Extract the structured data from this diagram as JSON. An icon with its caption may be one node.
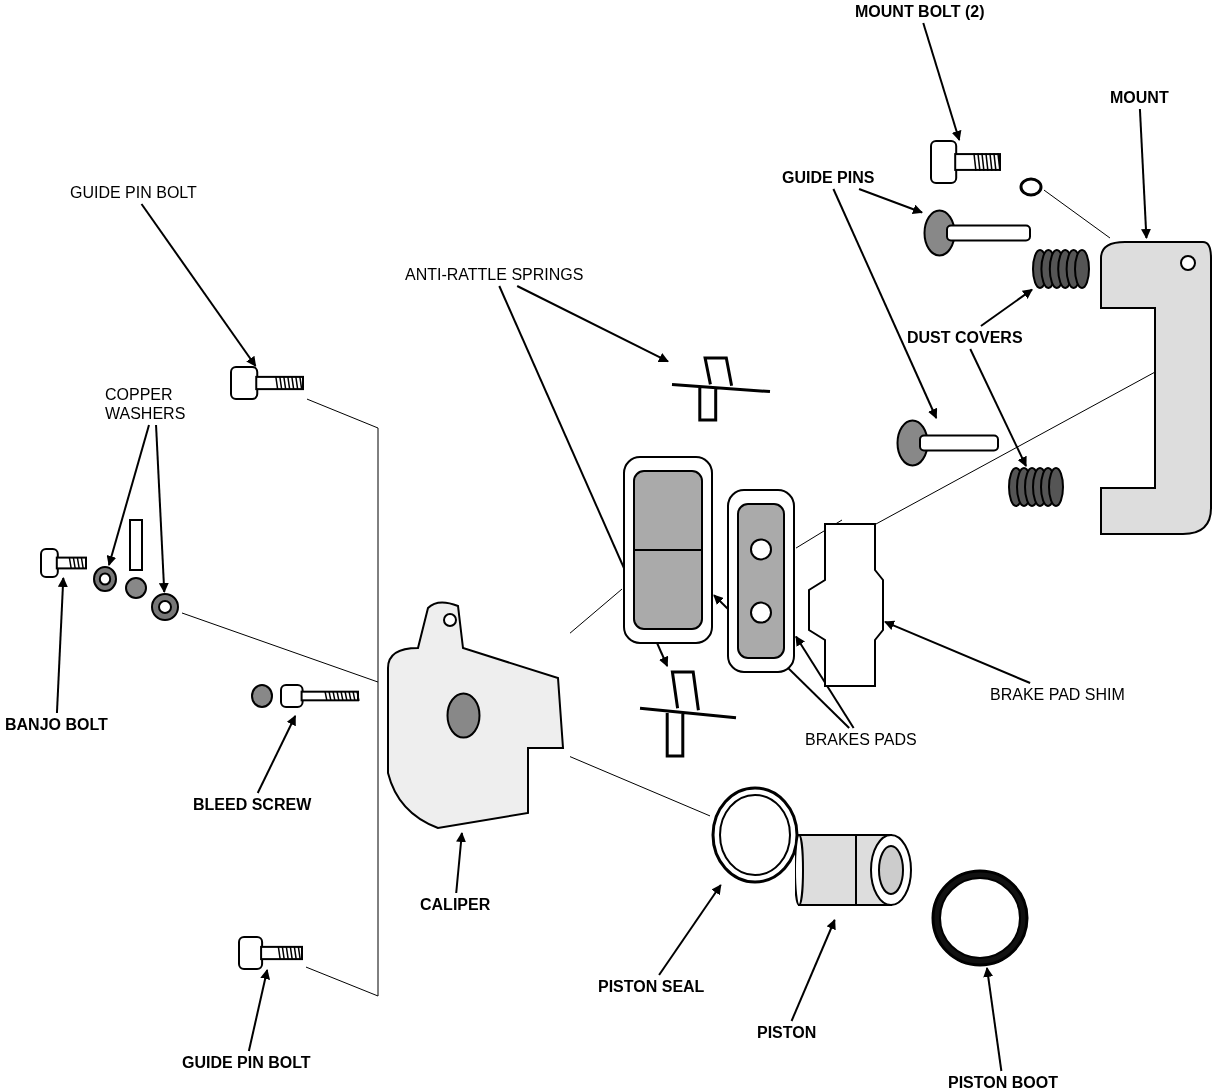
{
  "diagram": {
    "nodes": [
      {
        "text": [
          "MOUNT BOLT (2)"
        ]
      },
      {
        "text": [
          "MOUNT"
        ]
      },
      {
        "text": [],
        "shape": "picture"
      },
      {
        "text": [
          "GUIDE PIN BOLT"
        ]
      },
      {
        "text": [
          "GUIDE PINS"
        ]
      },
      {
        "text": [],
        "shape": "picture"
      },
      {
        "text": [],
        "shape": "picture"
      },
      {
        "text": [],
        "shape": "picture"
      },
      {
        "text": [
          "ANTI-RATTLE SPRINGS"
        ]
      },
      {
        "text": [
          "DUST COVERS"
        ]
      },
      {
        "text": [],
        "shape": "picture"
      },
      {
        "text": [],
        "shape": "picture"
      },
      {
        "text": [
          "COPPER WASHERS"
        ]
      },
      {
        "text": [],
        "shape": "picture"
      },
      {
        "text": [],
        "shape": "picture"
      },
      {
        "text": [],
        "shape": "picture"
      },
      {
        "text": [],
        "shape": "picture"
      },
      {
        "text": [],
        "shape": "picture"
      },
      {
        "text": [],
        "shape": "picture"
      },
      {
        "text": [],
        "shape": "picture"
      },
      {
        "text": [],
        "shape": "picture"
      },
      {
        "text": [],
        "shape": "picture"
      },
      {
        "text": [
          "BRAKE PAD SHIM"
        ]
      },
      {
        "text": [],
        "shape": "picture"
      },
      {
        "text": [],
        "shape": "picture"
      },
      {
        "text": [
          "BANJO BOLT"
        ]
      },
      {
        "text": [
          "BRAKES PADS"
        ]
      },
      {
        "text": [
          "BLEED SCREW"
        ]
      },
      {
        "text": [],
        "shape": "picture"
      },
      {
        "text": [],
        "shape": "picture"
      },
      {
        "text": [
          "CALIPER"
        ]
      },
      {
        "text": [],
        "shape": "picture"
      },
      {
        "text": [],
        "shape": "picture"
      },
      {
        "text": [
          "PISTON SEAL"
        ]
      },
      {
        "text": [
          "PISTON"
        ]
      },
      {
        "text": [
          "GUIDE PIN BOLT"
        ]
      },
      {
        "text": [
          "PISTON BOOT"
        ]
      },
      {
        "text": [],
        "shape": "circle"
      },
      {
        "text": [],
        "shape": "picture"
      }
    ],
    "edges": [
      {
        "from": 0,
        "to": 2,
        "arrow": "to"
      },
      {
        "from": 1,
        "to": 7,
        "arrow": "to"
      },
      {
        "from": 4,
        "to": 5,
        "arrow": "to"
      },
      {
        "from": 4,
        "to": 13,
        "arrow": "to"
      },
      {
        "from": 9,
        "to": 6,
        "arrow": "to"
      },
      {
        "from": 9,
        "to": 14,
        "arrow": "to"
      },
      {
        "from": 3,
        "to": 10,
        "arrow": "to"
      },
      {
        "from": 8,
        "to": 11,
        "arrow": "to"
      },
      {
        "from": 8,
        "to": 24,
        "arrow": "to"
      },
      {
        "from": 12,
        "to": 19,
        "arrow": "to"
      },
      {
        "from": 12,
        "to": 20,
        "arrow": "to"
      },
      {
        "from": 25,
        "to": 18,
        "arrow": "to"
      },
      {
        "from": 27,
        "to": 23,
        "arrow": "to"
      },
      {
        "from": 30,
        "to": 21,
        "arrow": "to"
      },
      {
        "from": 22,
        "to": 17,
        "arrow": "to"
      },
      {
        "from": 26,
        "to": 15,
        "arrow": "to"
      },
      {
        "from": 26,
        "to": 16,
        "arrow": "to"
      },
      {
        "from": 33,
        "to": 28,
        "arrow": "to"
      },
      {
        "from": 34,
        "to": 29,
        "arrow": "to"
      },
      {
        "from": 36,
        "to": 31,
        "arrow": "to"
      },
      {
        "from": 35,
        "to": 32,
        "arrow": "to"
      },
      {
        "from": 37,
        "to": 7,
        "arrow": "none"
      },
      {
        "from": 10,
        "to": 21,
        "arrow": "none"
      },
      {
        "from": 20,
        "to": 21,
        "arrow": "none"
      },
      {
        "from": 32,
        "to": 21,
        "arrow": "none"
      },
      {
        "from": 21,
        "to": 15,
        "arrow": "none"
      },
      {
        "from": 16,
        "to": 17,
        "arrow": "none"
      },
      {
        "from": 17,
        "to": 7,
        "arrow": "none"
      },
      {
        "from": 21,
        "to": 28,
        "arrow": "none"
      }
    ]
  }
}
